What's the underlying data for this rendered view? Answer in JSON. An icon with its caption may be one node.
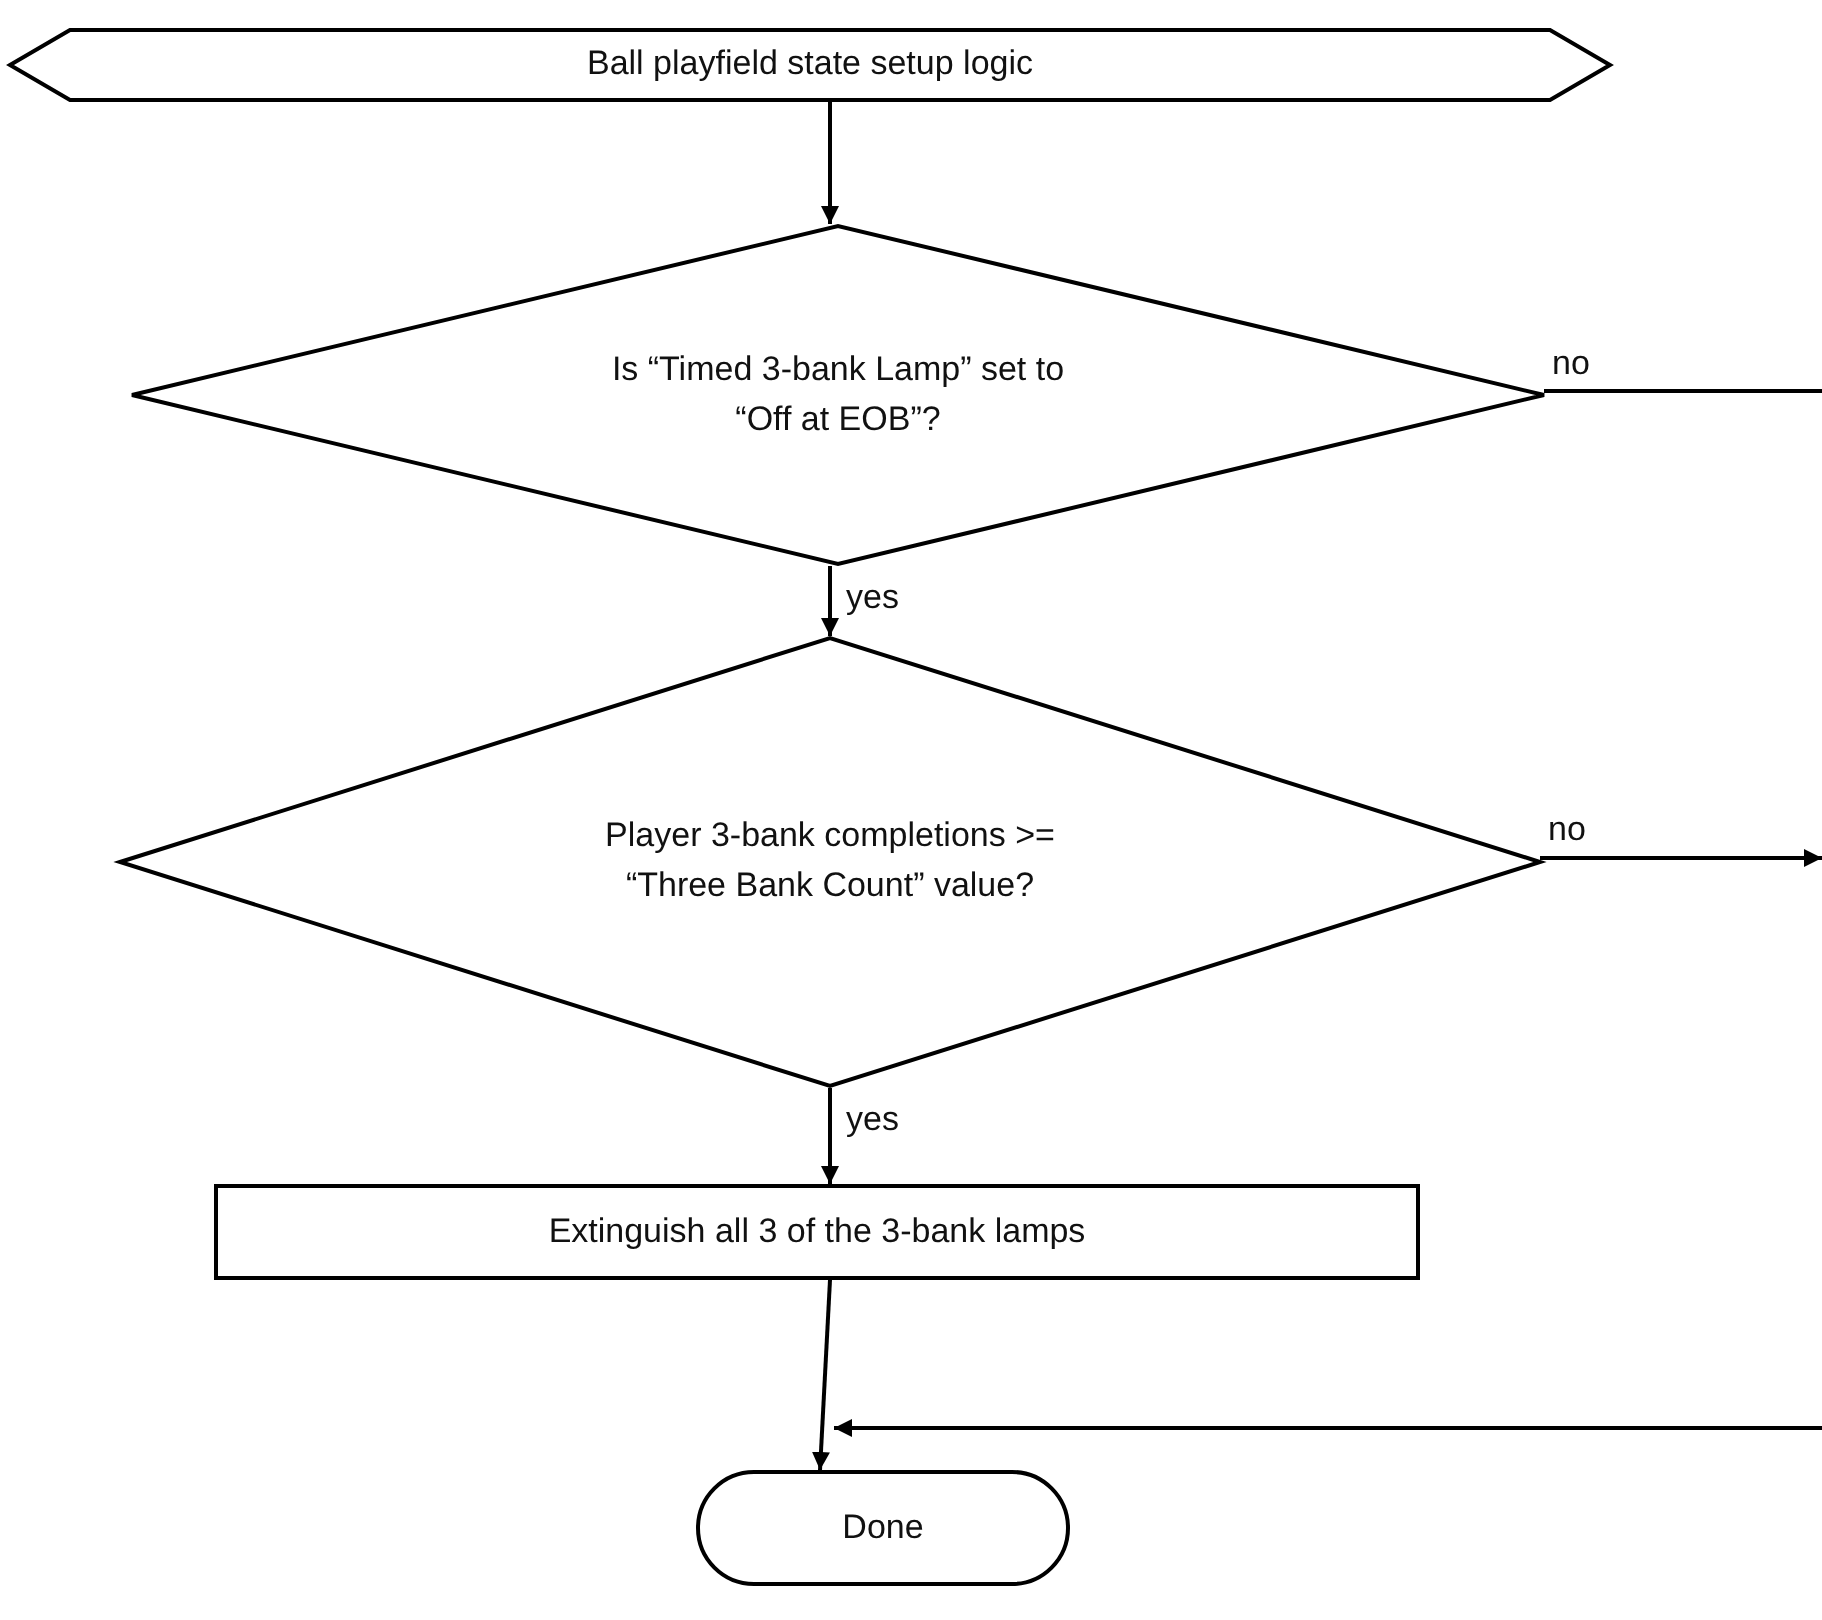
{
  "diagram": {
    "nodes": [
      {
        "text": [
          "Ball playfield state setup logic"
        ]
      },
      {
        "text": [
          "Is “Timed 3-bank Lamp” set to “Off at EOB”?"
        ]
      },
      {
        "text": [
          "Player 3-bank completions >= “Three Bank Count” value?"
        ]
      },
      {
        "text": [
          "Extinguish all 3 of the 3-bank lamps"
        ]
      },
      {
        "text": [
          "Done"
        ]
      }
    ],
    "edges": [
      {
        "from": 0,
        "to": 1,
        "arrow": "to"
      },
      {
        "from": 1,
        "to": 2,
        "arrow": "to",
        "label": "yes"
      },
      {
        "from": 2,
        "to": 3,
        "arrow": "to",
        "label": "yes"
      },
      {
        "from": 3,
        "to": 4,
        "arrow": "to"
      },
      {
        "from": 1,
        "to": null,
        "arrow": "none",
        "label": "no"
      },
      {
        "from": 2,
        "to": null,
        "arrow": "to",
        "label": "no"
      },
      {
        "from": null,
        "to": 4,
        "arrow": "to"
      }
    ]
  }
}
